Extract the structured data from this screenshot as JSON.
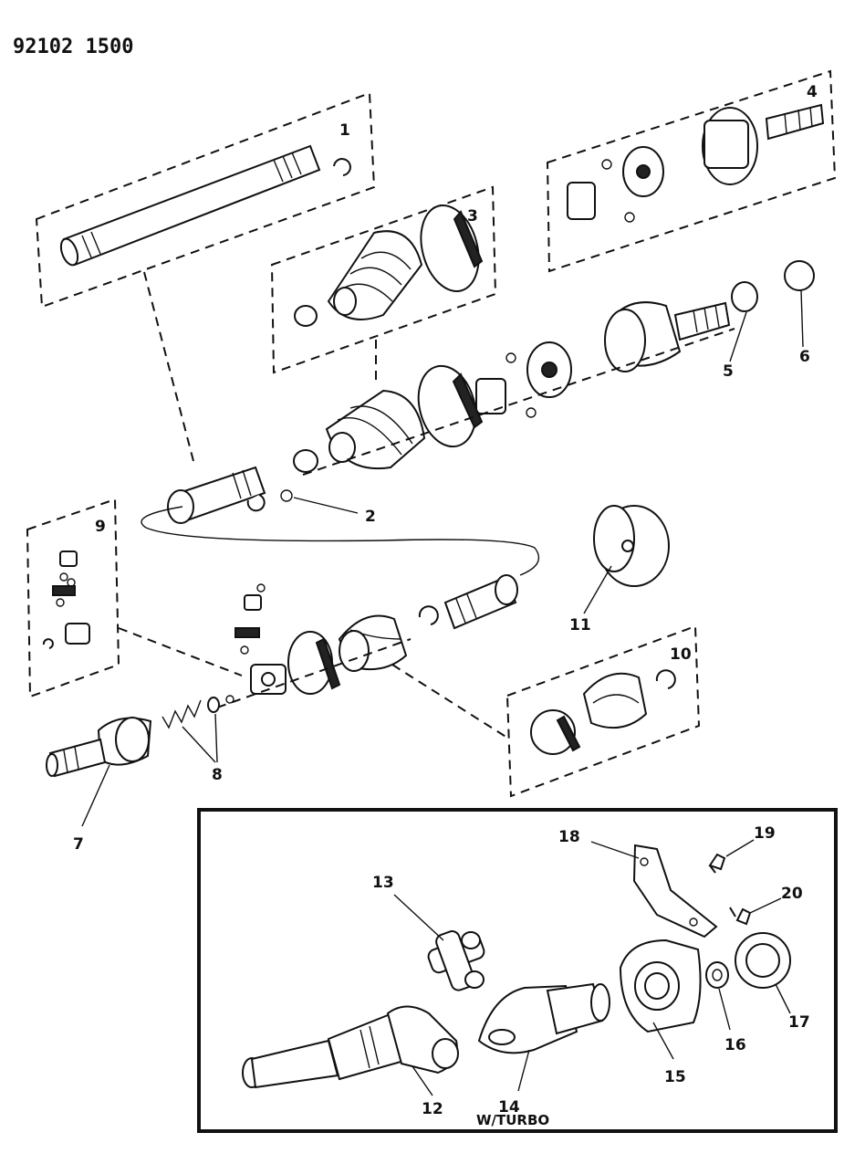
{
  "document_number": "92102 1500",
  "inset_caption": "W/TURBO",
  "callouts": [
    "1",
    "2",
    "3",
    "4",
    "5",
    "6",
    "7",
    "8",
    "9",
    "10",
    "11",
    "12",
    "13",
    "14",
    "15",
    "16",
    "17",
    "18",
    "19",
    "20"
  ]
}
